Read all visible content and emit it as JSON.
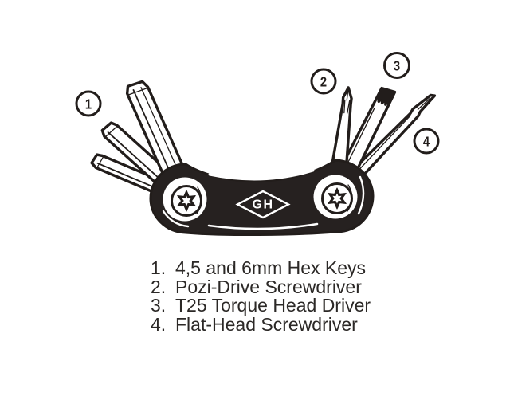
{
  "illustration": {
    "brand_logo": "GH",
    "callouts": [
      {
        "number": "1"
      },
      {
        "number": "2"
      },
      {
        "number": "3"
      },
      {
        "number": "4"
      }
    ]
  },
  "legend": {
    "items": [
      {
        "number": "1.",
        "label": "4,5 and 6mm Hex Keys"
      },
      {
        "number": "2.",
        "label": "Pozi-Drive Screwdriver"
      },
      {
        "number": "3.",
        "label": "T25 Torque Head Driver"
      },
      {
        "number": "4.",
        "label": "Flat-Head Screwdriver"
      }
    ]
  },
  "colors": {
    "ink": "#221d1b",
    "body_fill": "#262120",
    "paper": "#ffffff",
    "text": "#2b2826"
  }
}
